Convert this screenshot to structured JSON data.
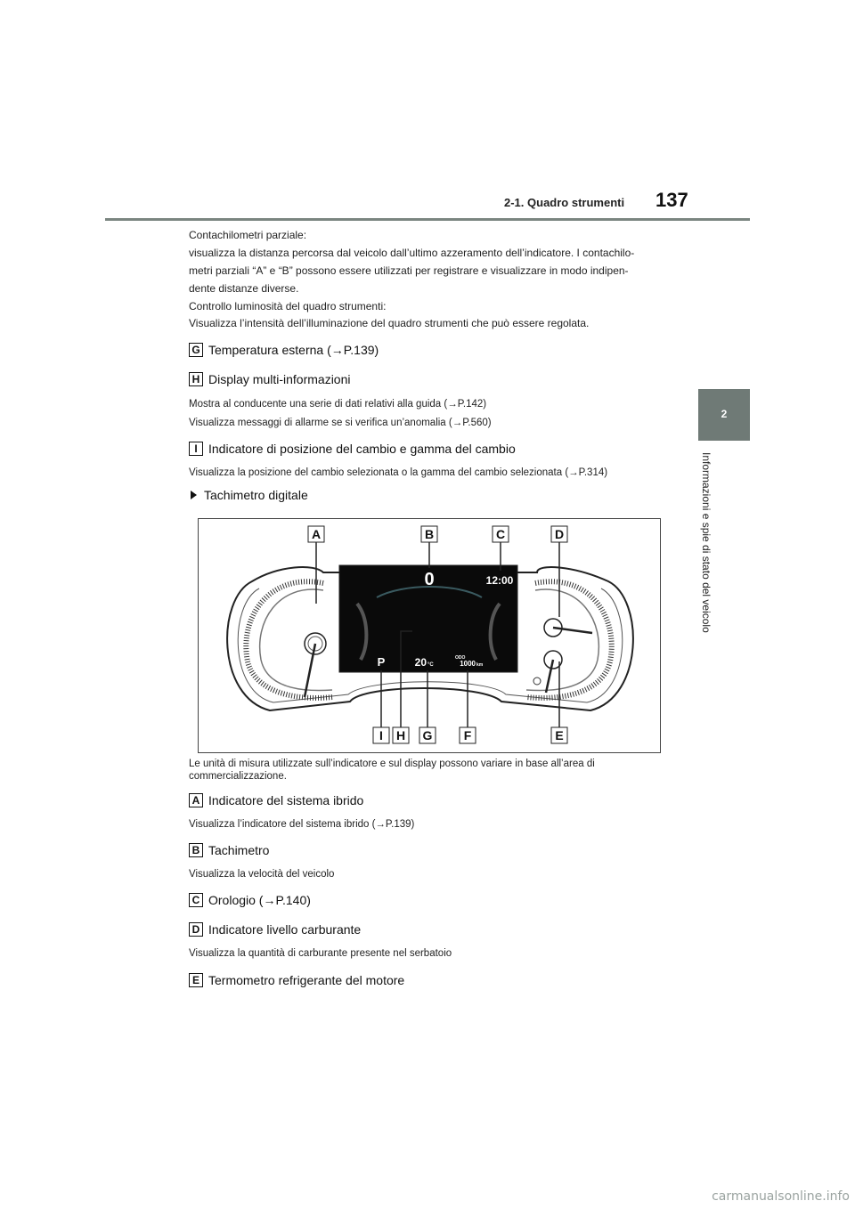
{
  "header": {
    "page_number": "137",
    "section_title": "2-1. Quadro strumenti"
  },
  "side": {
    "tab_number": "2",
    "chapter_label": "Informazioni e spie di stato del veicolo"
  },
  "intro": {
    "line1": "Contachilometri parziale:",
    "line2": "visualizza la distanza percorsa dal veicolo dall’ultimo azzeramento dell’indicatore. I contachilo-",
    "line3": "metri parziali “A” e “B” possono essere utilizzati per registrare e visualizzare in modo indipen-",
    "line4": "dente distanze diverse.",
    "line5": "Controllo luminosità del quadro strumenti:",
    "line6": "Visualizza l’intensità dell’illuminazione del quadro strumenti che può essere regolata."
  },
  "items_top": [
    {
      "badge": "G",
      "title": "Temperatura esterna (→P.139)"
    },
    {
      "badge": "H",
      "title": "Display multi-informazioni"
    },
    {
      "badge": "I",
      "title": "Indicatore di posizione del cambio e gamma del cambio"
    }
  ],
  "h_desc": {
    "line1": "Mostra al conducente una serie di dati relativi alla guida (→P.142)",
    "line2": "Visualizza messaggi di allarme se si verifica un’anomalia (→P.560)"
  },
  "i_desc": "Visualizza la posizione del cambio selezionata o la gamma del cambio selezionata (→P.314)",
  "bullet": "Tachimetro digitale",
  "figure": {
    "labels_top": [
      "A",
      "B",
      "C",
      "D"
    ],
    "labels_bottom": [
      "I",
      "H",
      "G",
      "F",
      "E"
    ],
    "speed": "0",
    "clock": "12:00",
    "gear": "P",
    "temp": "20",
    "temp_unit": "°C",
    "odo_label": "ODO",
    "odo": "1000",
    "odo_unit": "km"
  },
  "figure_note": "Le unità di misura utilizzate sull’indicatore e sul display possono variare in base all’area di commercializzazione.",
  "items_bottom": [
    {
      "badge": "A",
      "title": "Indicatore del sistema ibrido",
      "desc": "Visualizza l’indicatore del sistema ibrido (→P.139)"
    },
    {
      "badge": "B",
      "title": "Tachimetro",
      "desc": "Visualizza la velocità del veicolo"
    },
    {
      "badge": "C",
      "title": "Orologio (→P.140)",
      "desc": ""
    },
    {
      "badge": "D",
      "title": "Indicatore livello carburante",
      "desc": "Visualizza la quantità di carburante presente nel serbatoio"
    },
    {
      "badge": "E",
      "title": "Termometro refrigerante del motore",
      "desc": ""
    }
  ],
  "watermark": "carmanualsonline.info"
}
